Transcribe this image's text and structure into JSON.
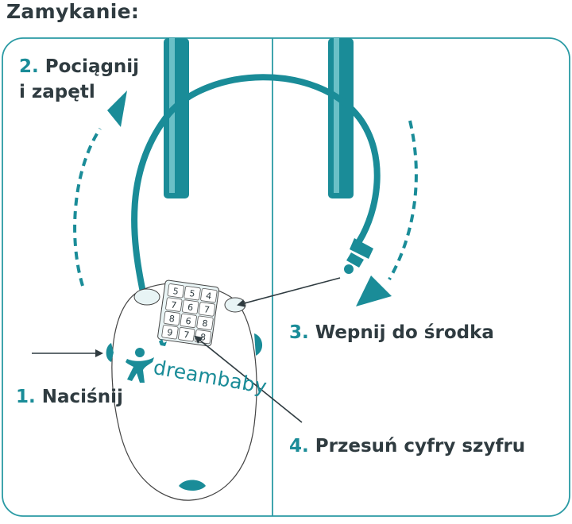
{
  "title": "Zamykanie:",
  "steps": [
    {
      "num": "1.",
      "text": "Naciśnij"
    },
    {
      "num": "2.",
      "text": "Pociągnij",
      "text2": "i zapętl"
    },
    {
      "num": "3.",
      "text": "Wepnij do środka"
    },
    {
      "num": "4.",
      "text": "Przesuń cyfry szyfru"
    }
  ],
  "lock": {
    "brand": "dreambaby",
    "dial_digits": [
      "5",
      "5",
      "4",
      "7",
      "6",
      "7",
      "8",
      "6",
      "8",
      "9",
      "7",
      "8"
    ]
  },
  "colors": {
    "teal": "#1a8c98",
    "text": "#2f3b40",
    "frame": "#2a9aa4"
  }
}
